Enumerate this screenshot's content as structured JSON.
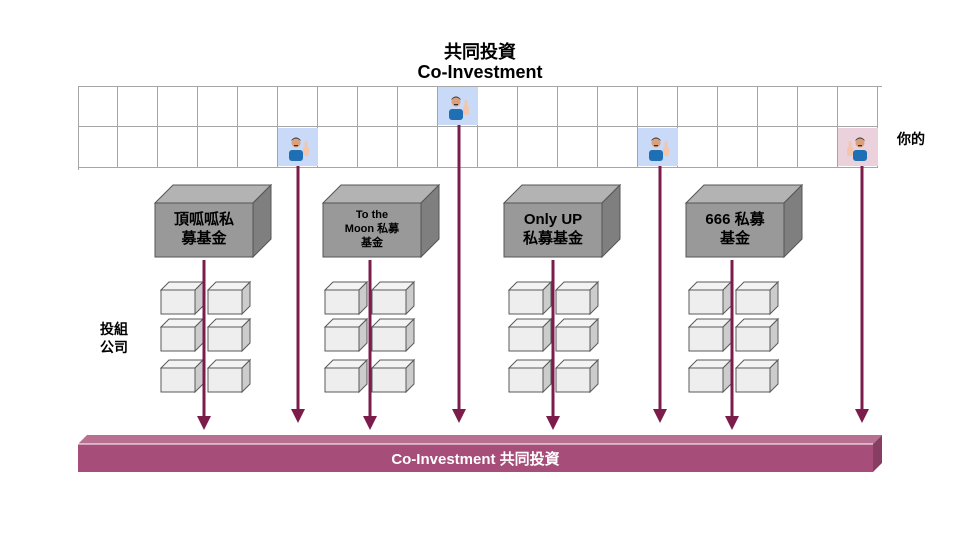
{
  "title": {
    "zh": "共同投資",
    "en": "Co-Investment"
  },
  "grid": {
    "columns": 20,
    "rows": 2
  },
  "investors": [
    {
      "row": 1,
      "col": 5,
      "style": "blue",
      "icon": "thumbs-up-person-icon"
    },
    {
      "row": 0,
      "col": 9,
      "style": "blue",
      "icon": "thumbs-up-person-icon"
    },
    {
      "row": 1,
      "col": 14,
      "style": "blue",
      "icon": "thumbs-up-person-icon"
    },
    {
      "row": 1,
      "col": 19,
      "style": "pink",
      "icon": "thumbs-up-person-icon"
    }
  ],
  "you_label": "你的",
  "portfolio_label": "投組\n公司",
  "funds": [
    {
      "name": "頂呱呱私募基金",
      "lines": [
        "頂呱呱私",
        "募基金"
      ]
    },
    {
      "name": "To the Moon 私募基金",
      "lines": [
        "To the",
        "Moon 私募",
        "基金"
      ]
    },
    {
      "name": "Only UP 私募基金",
      "lines": [
        "Only UP",
        "私募基金"
      ]
    },
    {
      "name": "666 私募基金",
      "lines": [
        "666 私募",
        "基金"
      ]
    }
  ],
  "portfolio_companies_per_fund": 6,
  "bar_label": "Co-Investment 共同投資",
  "colors": {
    "arrow": "#7b1c4b",
    "bar_front": "#a64d79",
    "bar_top": "#b87090",
    "bar_side": "#873e63",
    "fund_box": "#999999",
    "investor_blue": "#c9daf8",
    "investor_pink": "#ead1dc",
    "grid_line": "#a6a6a6"
  }
}
